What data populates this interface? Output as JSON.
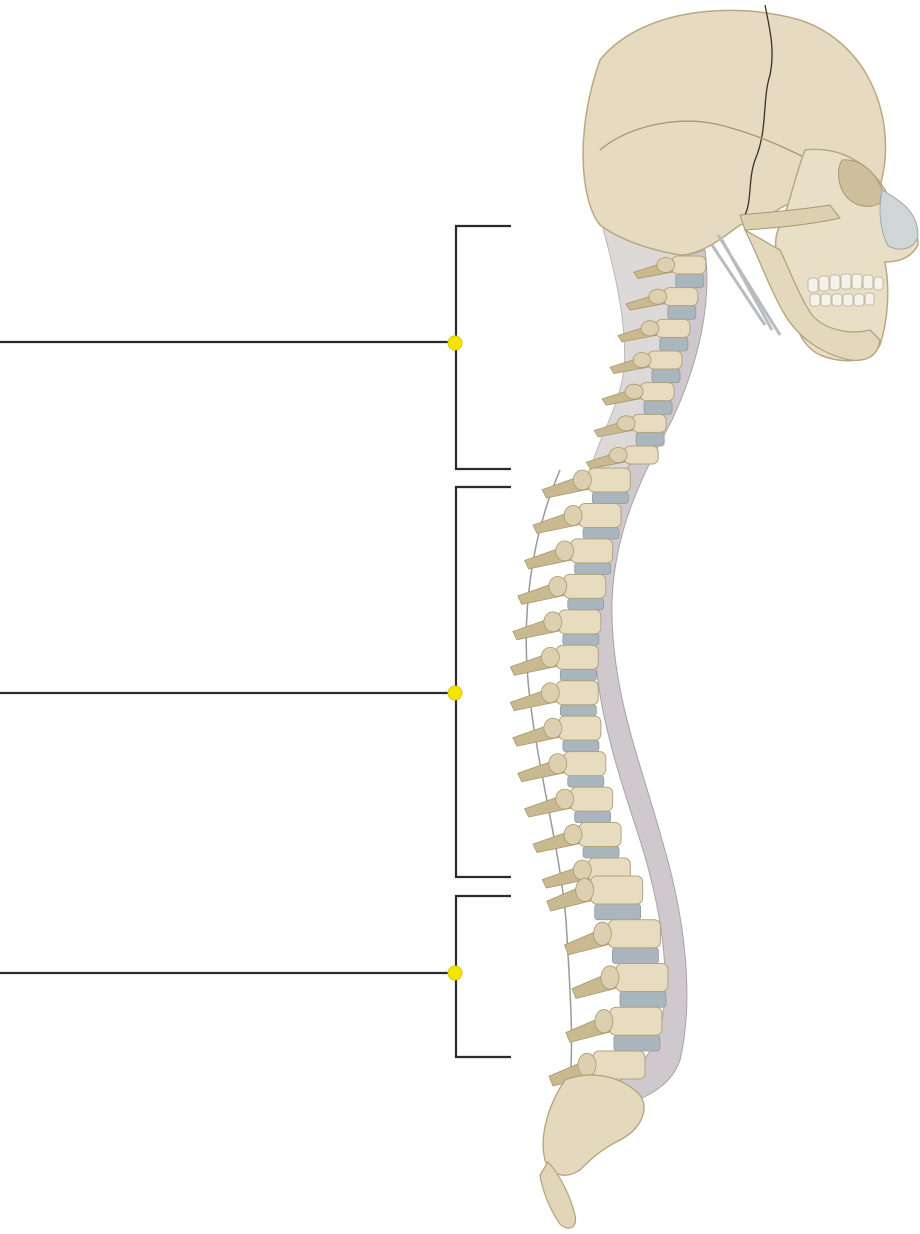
{
  "figure": {
    "subject": "spine-skull-lateral-view",
    "leader_line_color": "#2b2b2b",
    "marker_color": "#f5e400",
    "bone_color": "#e8dcc0",
    "bone_shadow_color": "#c9b990",
    "disc_color": "#aab6bd",
    "cord_color": "#b9b3b8"
  },
  "labels": [
    {
      "id": "cervical",
      "text": ""
    },
    {
      "id": "thoracic",
      "text": ""
    },
    {
      "id": "lumbar",
      "text": ""
    }
  ]
}
